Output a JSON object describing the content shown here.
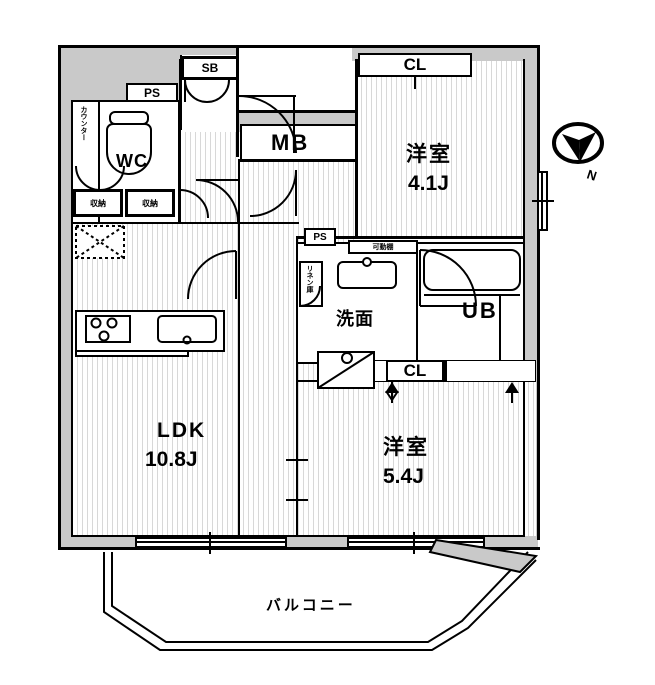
{
  "plan": {
    "type": "japanese-apartment-floor-plan",
    "compass": {
      "label": "N",
      "name": "north-arrow"
    },
    "rooms": [
      {
        "id": "ldk",
        "label": "LDK",
        "area": "10.8J"
      },
      {
        "id": "washitsu1",
        "label": "洋室",
        "area": "4.1J"
      },
      {
        "id": "washitsu2",
        "label": "洋室",
        "area": "5.4J"
      }
    ],
    "labels": {
      "sb": "SB",
      "ps_top": "PS",
      "ps_mid": "PS",
      "mb": "MB",
      "wc": "WC",
      "counter": "カウンター",
      "storage_1": "収納",
      "storage_2": "収納",
      "cl_top": "CL",
      "cl_bottom": "CL",
      "ub": "UB",
      "senmen": "洗面",
      "linen": "リネン庫",
      "movable_shelf": "可動棚",
      "balcony": "バルコニー"
    },
    "colors": {
      "wall": "#000000",
      "structural_wall": "#c9c9c9",
      "floor_hatch": "#d8d8d8",
      "background": "#ffffff"
    }
  }
}
